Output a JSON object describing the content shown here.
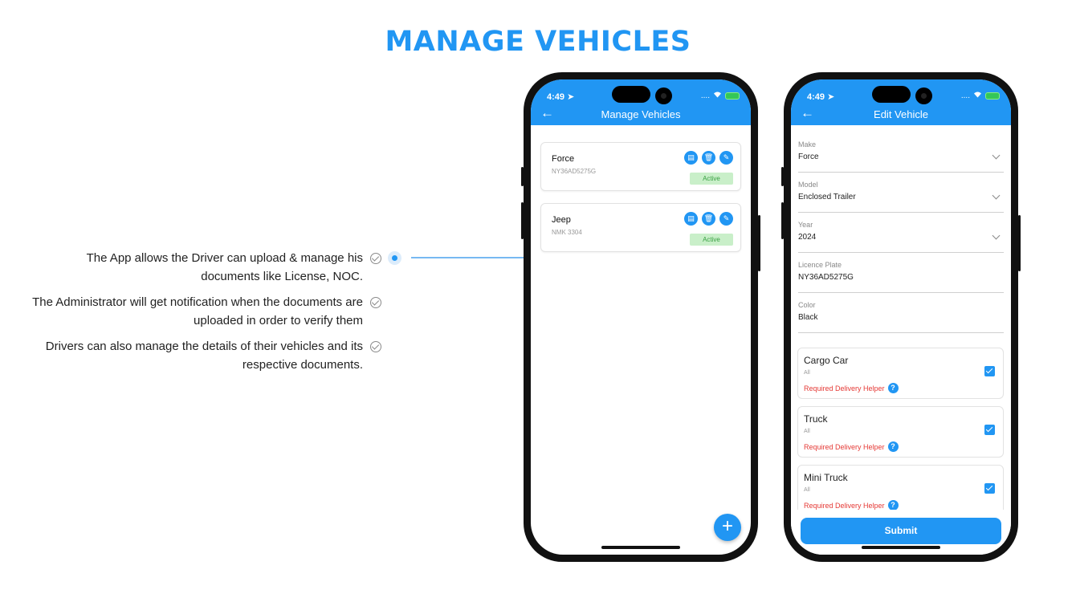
{
  "page": {
    "title": "MANAGE VEHICLES"
  },
  "features": [
    {
      "text": "The App allows the Driver can upload & manage his documents like License, NOC."
    },
    {
      "text": "The Administrator will get notification when the documents are uploaded in order to verify them"
    },
    {
      "text": "Drivers can also manage the details of their vehicles and its respective documents."
    }
  ],
  "status": {
    "time": "4:49",
    "signal": "....",
    "location_glyph": "➤"
  },
  "colors": {
    "accent": "#2196f3",
    "active_bg": "#c9efc9",
    "active_text": "#39a043",
    "warning": "#e53935"
  },
  "manage_screen": {
    "title": "Manage Vehicles",
    "vehicles": [
      {
        "name": "Force",
        "plate": "NY36AD5275G",
        "status": "Active"
      },
      {
        "name": "Jeep",
        "plate": "NMK 3304",
        "status": "Active"
      }
    ],
    "fab_label": "+"
  },
  "edit_screen": {
    "title": "Edit Vehicle",
    "fields": {
      "make": {
        "label": "Make",
        "value": "Force"
      },
      "model": {
        "label": "Model",
        "value": "Enclosed Trailer"
      },
      "year": {
        "label": "Year",
        "value": "2024"
      },
      "plate": {
        "label": "Licence Plate",
        "value": "NY36AD5275G"
      },
      "color": {
        "label": "Color",
        "value": "Black"
      }
    },
    "types": [
      {
        "name": "Cargo Car",
        "sub": "All",
        "note": "Required Delivery Helper",
        "checked": true
      },
      {
        "name": "Truck",
        "sub": "All",
        "note": "Required Delivery Helper",
        "checked": true
      },
      {
        "name": "Mini Truck",
        "sub": "All",
        "note": "Required Delivery Helper",
        "checked": true
      }
    ],
    "submit_label": "Submit"
  }
}
